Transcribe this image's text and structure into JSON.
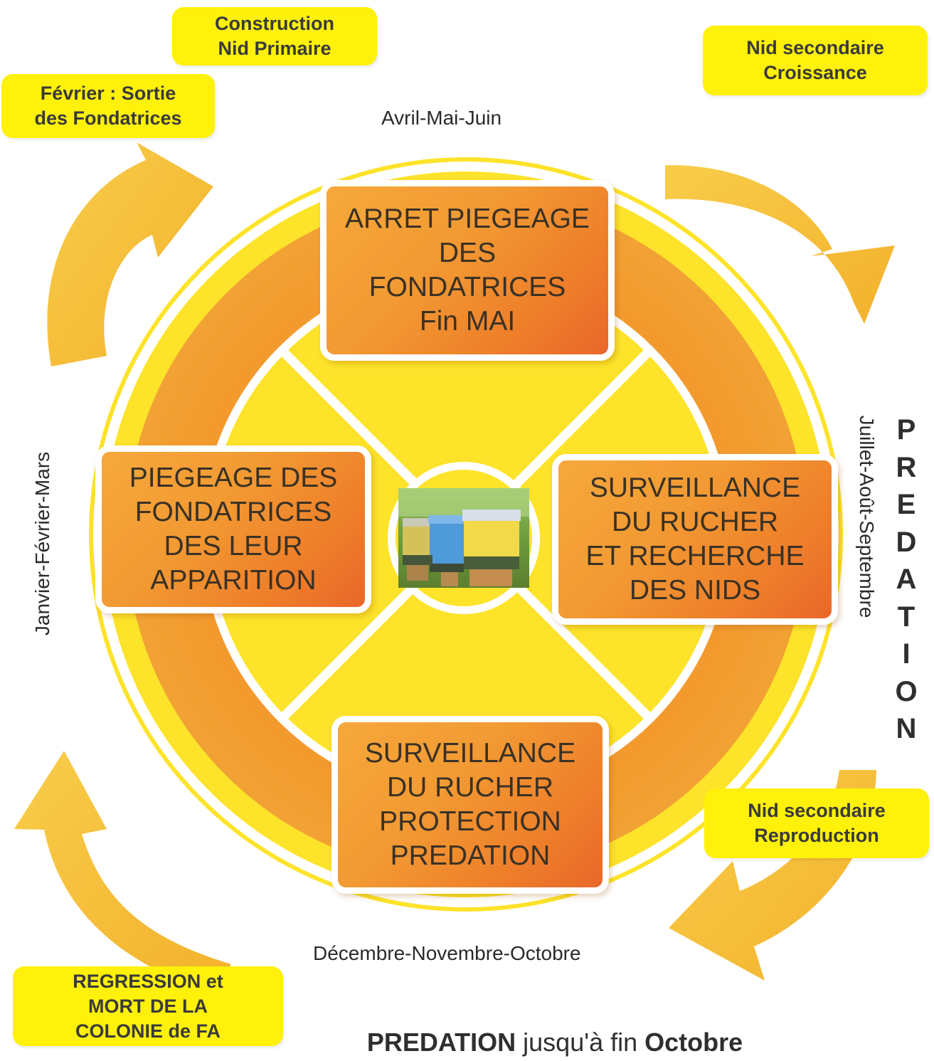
{
  "colors": {
    "yellow": "#fff10a",
    "orange_box": "#f29a33",
    "arrow": "#f6c03a",
    "ring": "#fde32a"
  },
  "labels": {
    "construction": [
      "Construction",
      "Nid Primaire"
    ],
    "fevrier": [
      "Février : Sortie",
      "des Fondatrices"
    ],
    "nid_croissance": [
      "Nid secondaire",
      "Croissance"
    ],
    "nid_reproduction": [
      "Nid secondaire",
      "Reproduction"
    ],
    "regression": [
      "REGRESSION et",
      "MORT DE LA",
      "COLONIE de FA"
    ]
  },
  "months": {
    "top": "Avril-Mai-Juin",
    "right": "Juillet-Août-Septembre",
    "bottom": "Décembre-Novembre-Octobre",
    "left": "Janvier-Février-Mars"
  },
  "predation_vertical": [
    "P",
    "R",
    "E",
    "D",
    "A",
    "T",
    "I",
    "O",
    "N"
  ],
  "boxes": {
    "top": [
      "ARRET PIEGEAGE",
      "DES",
      "FONDATRICES",
      "Fin MAI"
    ],
    "right": [
      "SURVEILLANCE",
      "DU RUCHER",
      "ET RECHERCHE",
      "DES NIDS"
    ],
    "bottom": [
      "SURVEILLANCE",
      "DU RUCHER",
      "PROTECTION",
      "PREDATION"
    ],
    "left": [
      "PIEGEAGE DES",
      "FONDATRICES",
      "DES LEUR",
      "APPARITION"
    ]
  },
  "footer": {
    "word1": "PREDATION",
    "middle": " jusqu'à fin ",
    "word2": "Octobre"
  }
}
